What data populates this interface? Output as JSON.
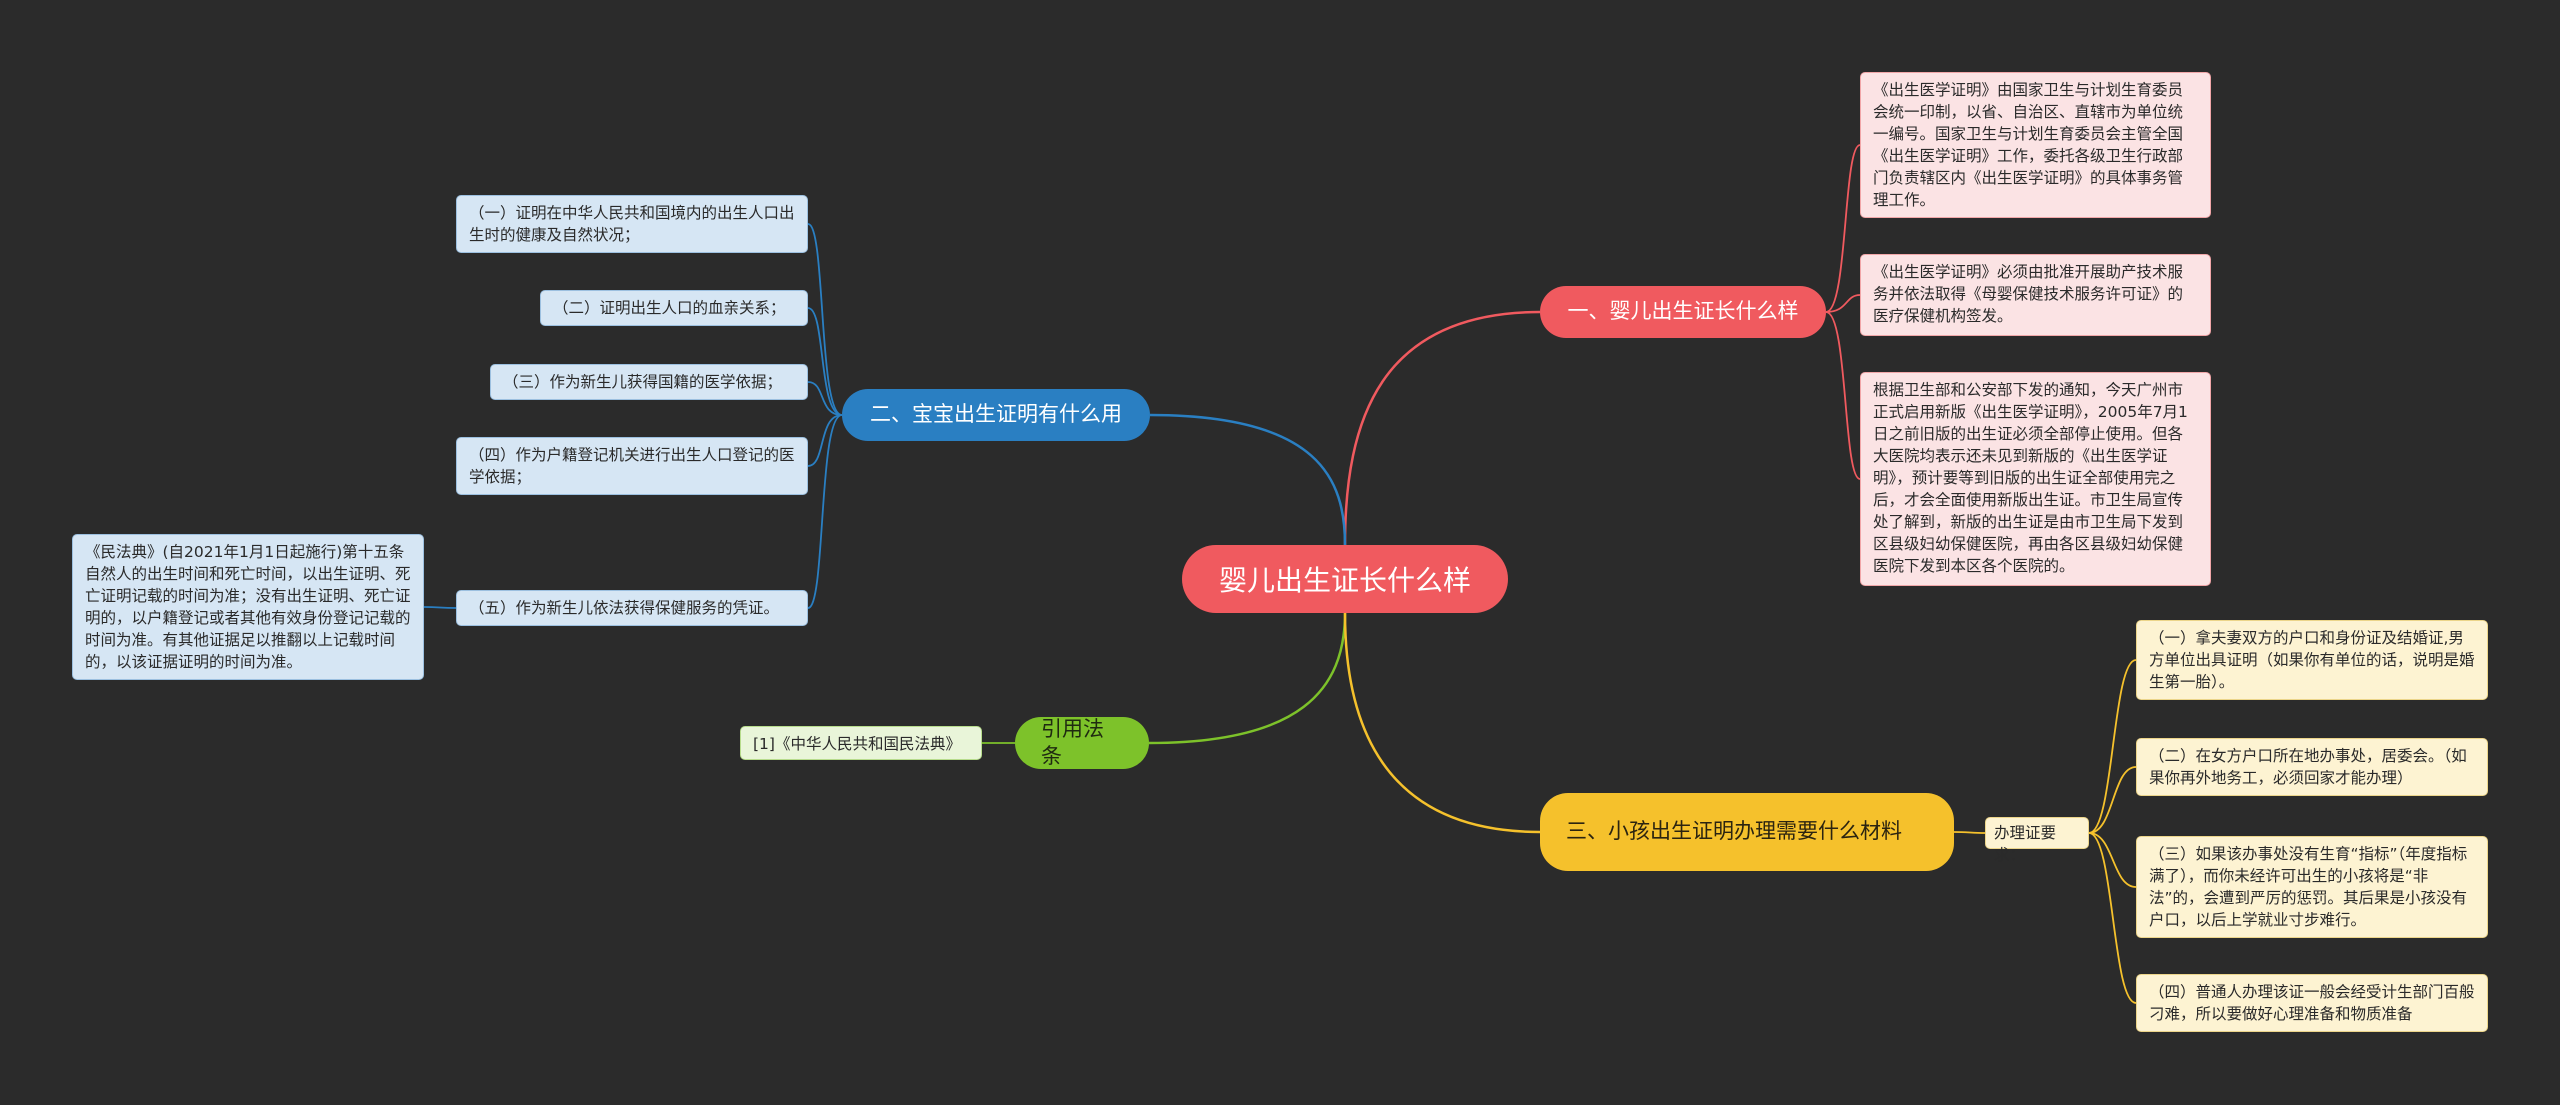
{
  "root": {
    "label": "婴儿出生证长什么样"
  },
  "branches": {
    "red": {
      "label": "一、婴儿出生证长什么样",
      "leaves": [
        "《出生医学证明》由国家卫生与计划生育委员会统一印制，以省、自治区、直辖市为单位统一编号。国家卫生与计划生育委员会主管全国《出生医学证明》工作，委托各级卫生行政部门负责辖区内《出生医学证明》的具体事务管理工作。",
        "《出生医学证明》必须由批准开展助产技术服务并依法取得《母婴保健技术服务许可证》的医疗保健机构签发。",
        "根据卫生部和公安部下发的通知，今天广州市正式启用新版《出生医学证明》，2005年7月1日之前旧版的出生证必须全部停止使用。但各大医院均表示还未见到新版的《出生医学证明》，预计要等到旧版的出生证全部使用完之后，才会全面使用新版出生证。市卫生局宣传处了解到，新版的出生证是由市卫生局下发到区县级妇幼保健医院，再由各区县级妇幼保健医院下发到本区各个医院的。"
      ]
    },
    "blue": {
      "label": "二、宝宝出生证明有什么用",
      "leaves": [
        "（一）证明在中华人民共和国境内的出生人口出生时的健康及自然状况；",
        "（二）证明出生人口的血亲关系；",
        "（三）作为新生儿获得国籍的医学依据；",
        "（四）作为户籍登记机关进行出生人口登记的医学依据；",
        "（五）作为新生儿依法获得保健服务的凭证。"
      ],
      "sub_leaf": "《民法典》(自2021年1月1日起施行)第十五条　自然人的出生时间和死亡时间，以出生证明、死亡证明记载的时间为准；没有出生证明、死亡证明的，以户籍登记或者其他有效身份登记记载的时间为准。有其他证据足以推翻以上记载时间的，以该证据证明的时间为准。"
    },
    "green": {
      "label": "引用法条",
      "leaves": [
        "[1]《中华人民共和国民法典》"
      ]
    },
    "yellow": {
      "label": "三、小孩出生证明办理需要什么材料",
      "mid": "办理证要求：",
      "leaves": [
        "（一）拿夫妻双方的户口和身份证及结婚证,男方单位出具证明（如果你有单位的话，说明是婚生第一胎）。",
        "（二）在女方户口所在地办事处，居委会。（如果你再外地务工，必须回家才能办理）",
        "（三）如果该办事处没有生育“指标”（年度指标满了），而你未经许可出生的小孩将是“非法”的，会遭到严厉的惩罚。其后果是小孩没有户口，以后上学就业寸步难行。",
        "（四）普通人办理该证一般会经受计生部门百般刁难，所以要做好心理准备和物质准备"
      ]
    }
  },
  "colors": {
    "background": "#2b2b2b",
    "red": "#f05a5f",
    "blue": "#2a7fc2",
    "green": "#7dc22a",
    "yellow": "#f5c12c"
  }
}
